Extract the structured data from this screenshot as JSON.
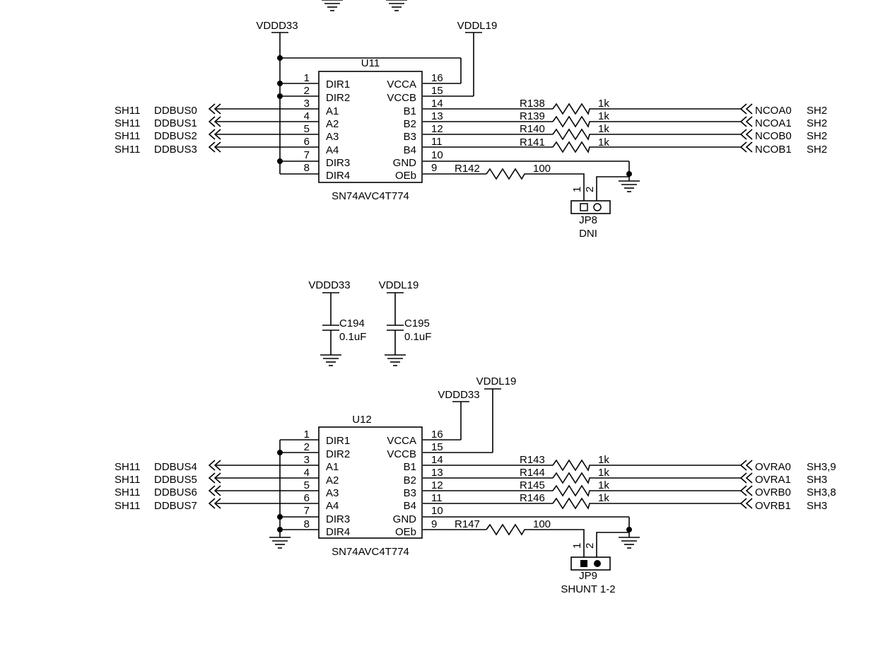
{
  "power": {
    "vddd33": "VDDD33",
    "vddl19": "VDDL19"
  },
  "u11": {
    "ref": "U11",
    "part": "SN74AVC4T774",
    "left_pins": [
      {
        "num": "1",
        "name": "DIR1"
      },
      {
        "num": "2",
        "name": "DIR2"
      },
      {
        "num": "3",
        "name": "A1"
      },
      {
        "num": "4",
        "name": "A2"
      },
      {
        "num": "5",
        "name": "A3"
      },
      {
        "num": "6",
        "name": "A4"
      },
      {
        "num": "7",
        "name": "DIR3"
      },
      {
        "num": "8",
        "name": "DIR4"
      }
    ],
    "right_pins": [
      {
        "num": "16",
        "name": "VCCA"
      },
      {
        "num": "15",
        "name": "VCCB"
      },
      {
        "num": "14",
        "name": "B1"
      },
      {
        "num": "13",
        "name": "B2"
      },
      {
        "num": "12",
        "name": "B3"
      },
      {
        "num": "11",
        "name": "B4"
      },
      {
        "num": "10",
        "name": "GND"
      },
      {
        "num": "9",
        "name": "OEb"
      }
    ],
    "inputs": [
      {
        "sheet": "SH11",
        "net": "DDBUS0"
      },
      {
        "sheet": "SH11",
        "net": "DDBUS1"
      },
      {
        "sheet": "SH11",
        "net": "DDBUS2"
      },
      {
        "sheet": "SH11",
        "net": "DDBUS3"
      }
    ],
    "resistors": [
      {
        "ref": "R138",
        "value": "1k"
      },
      {
        "ref": "R139",
        "value": "1k"
      },
      {
        "ref": "R140",
        "value": "1k"
      },
      {
        "ref": "R141",
        "value": "1k"
      }
    ],
    "outputs": [
      {
        "net": "NCOA0",
        "sheet": "SH2"
      },
      {
        "net": "NCOA1",
        "sheet": "SH2"
      },
      {
        "net": "NCOB0",
        "sheet": "SH2"
      },
      {
        "net": "NCOB1",
        "sheet": "SH2"
      }
    ],
    "oe_resistor": {
      "ref": "R142",
      "value": "100"
    },
    "jumper": {
      "ref": "JP8",
      "note": "DNI",
      "pin1": "1",
      "pin2": "2"
    }
  },
  "caps": [
    {
      "ref": "C194",
      "value": "0.1uF",
      "rail": "VDDD33"
    },
    {
      "ref": "C195",
      "value": "0.1uF",
      "rail": "VDDL19"
    }
  ],
  "u12": {
    "ref": "U12",
    "part": "SN74AVC4T774",
    "left_pins": [
      {
        "num": "1",
        "name": "DIR1"
      },
      {
        "num": "2",
        "name": "DIR2"
      },
      {
        "num": "3",
        "name": "A1"
      },
      {
        "num": "4",
        "name": "A2"
      },
      {
        "num": "5",
        "name": "A3"
      },
      {
        "num": "6",
        "name": "A4"
      },
      {
        "num": "7",
        "name": "DIR3"
      },
      {
        "num": "8",
        "name": "DIR4"
      }
    ],
    "right_pins": [
      {
        "num": "16",
        "name": "VCCA"
      },
      {
        "num": "15",
        "name": "VCCB"
      },
      {
        "num": "14",
        "name": "B1"
      },
      {
        "num": "13",
        "name": "B2"
      },
      {
        "num": "12",
        "name": "B3"
      },
      {
        "num": "11",
        "name": "B4"
      },
      {
        "num": "10",
        "name": "GND"
      },
      {
        "num": "9",
        "name": "OEb"
      }
    ],
    "inputs": [
      {
        "sheet": "SH11",
        "net": "DDBUS4"
      },
      {
        "sheet": "SH11",
        "net": "DDBUS5"
      },
      {
        "sheet": "SH11",
        "net": "DDBUS6"
      },
      {
        "sheet": "SH11",
        "net": "DDBUS7"
      }
    ],
    "resistors": [
      {
        "ref": "R143",
        "value": "1k"
      },
      {
        "ref": "R144",
        "value": "1k"
      },
      {
        "ref": "R145",
        "value": "1k"
      },
      {
        "ref": "R146",
        "value": "1k"
      }
    ],
    "outputs": [
      {
        "net": "OVRA0",
        "sheet": "SH3,9"
      },
      {
        "net": "OVRA1",
        "sheet": "SH3"
      },
      {
        "net": "OVRB0",
        "sheet": "SH3,8"
      },
      {
        "net": "OVRB1",
        "sheet": "SH3"
      }
    ],
    "oe_resistor": {
      "ref": "R147",
      "value": "100"
    },
    "jumper": {
      "ref": "JP9",
      "note": "SHUNT 1-2",
      "pin1": "1",
      "pin2": "2"
    }
  }
}
